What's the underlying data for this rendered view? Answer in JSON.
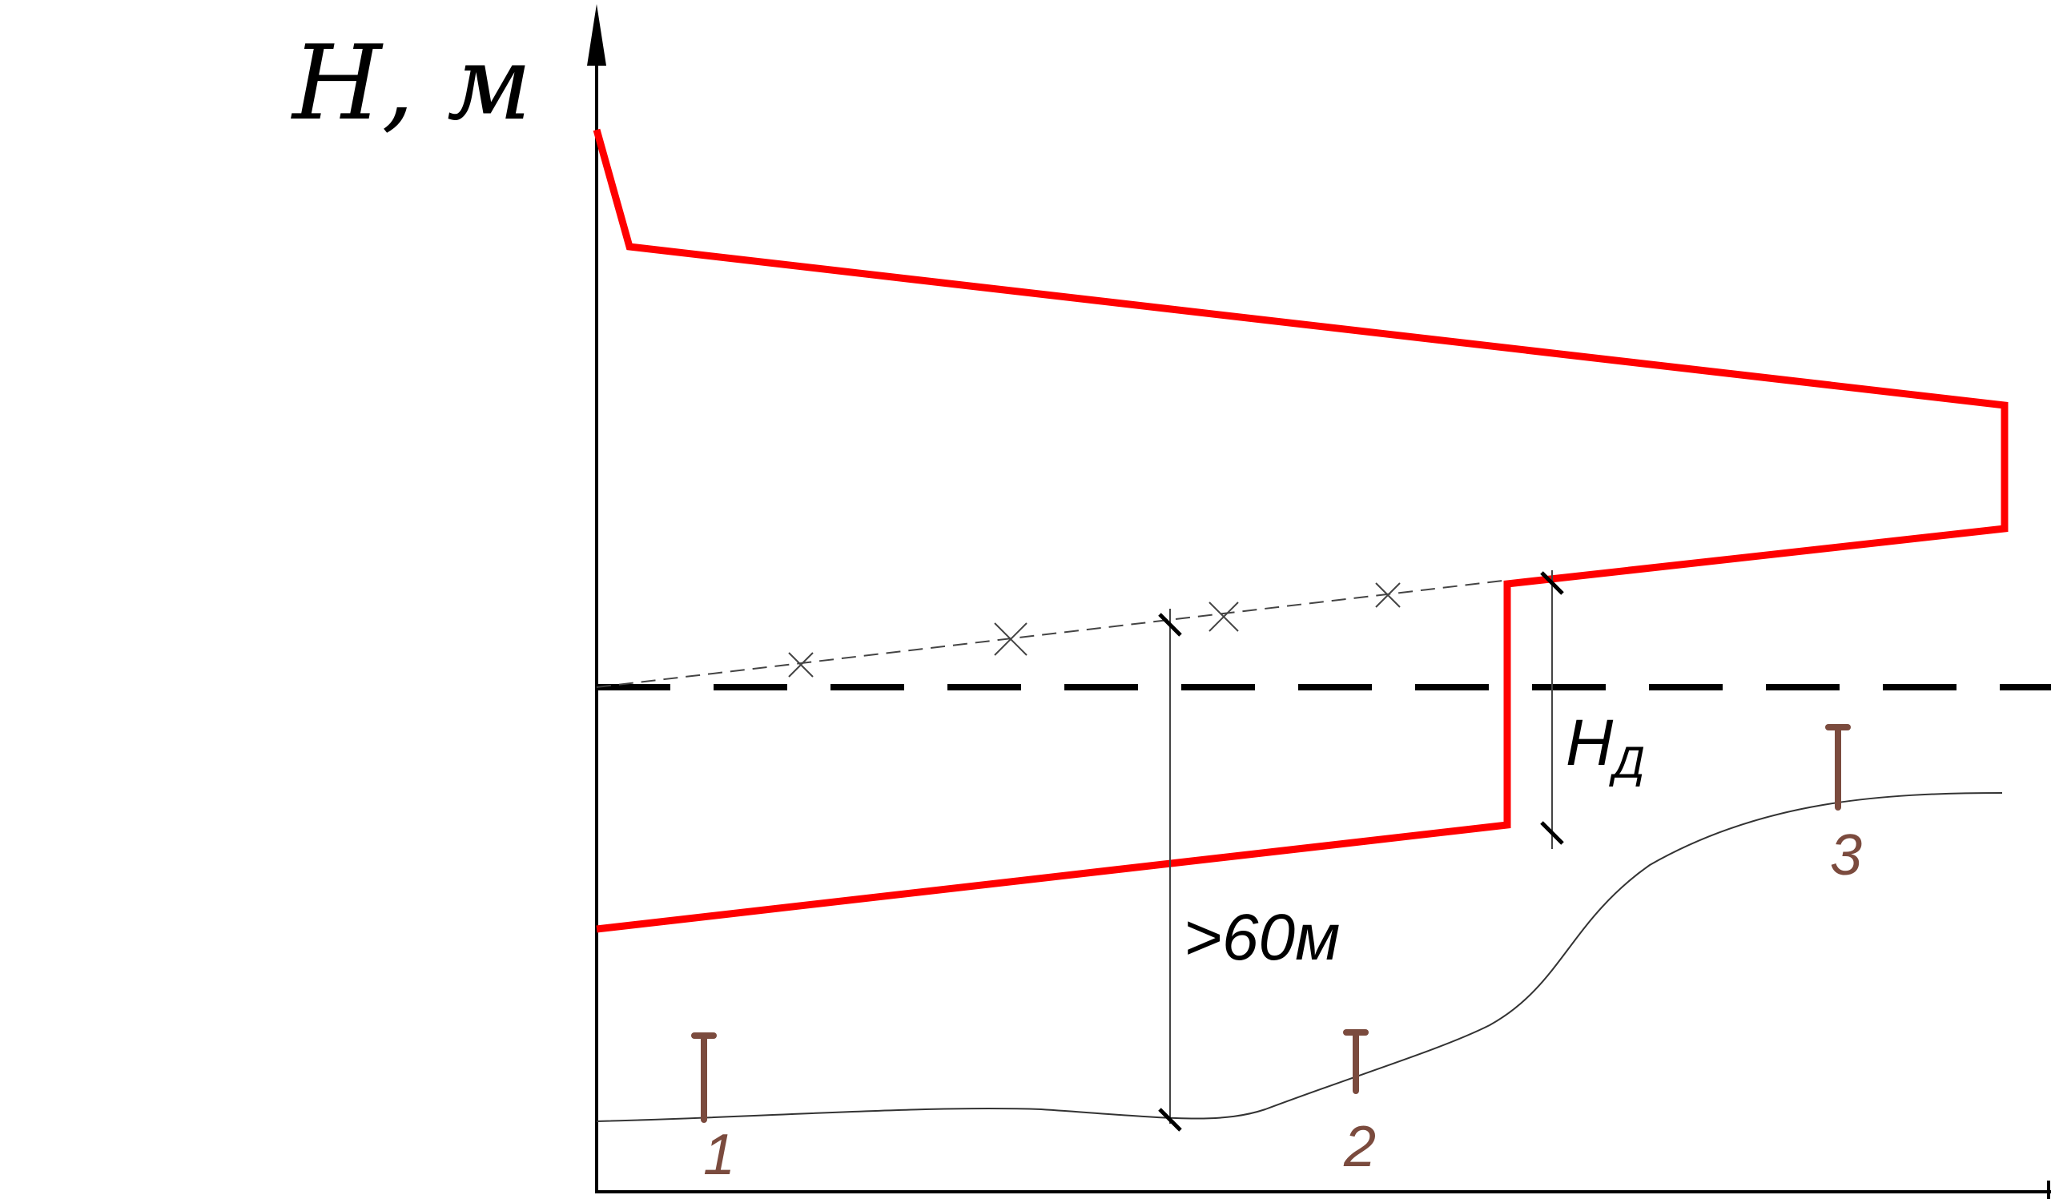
{
  "diagram": {
    "y_axis_label": "H, м",
    "dimension_span_label": ">60м",
    "dimension_height_label": "H",
    "dimension_height_subscript": "Д",
    "wells": [
      {
        "label": "1"
      },
      {
        "label": "2"
      },
      {
        "label": "3"
      }
    ],
    "colors": {
      "profile": "#ff0000",
      "axis": "#000000",
      "well": "#7b4b3e",
      "ground": "#333333",
      "dashed_level": "#000000",
      "thin_line": "#444444"
    }
  }
}
